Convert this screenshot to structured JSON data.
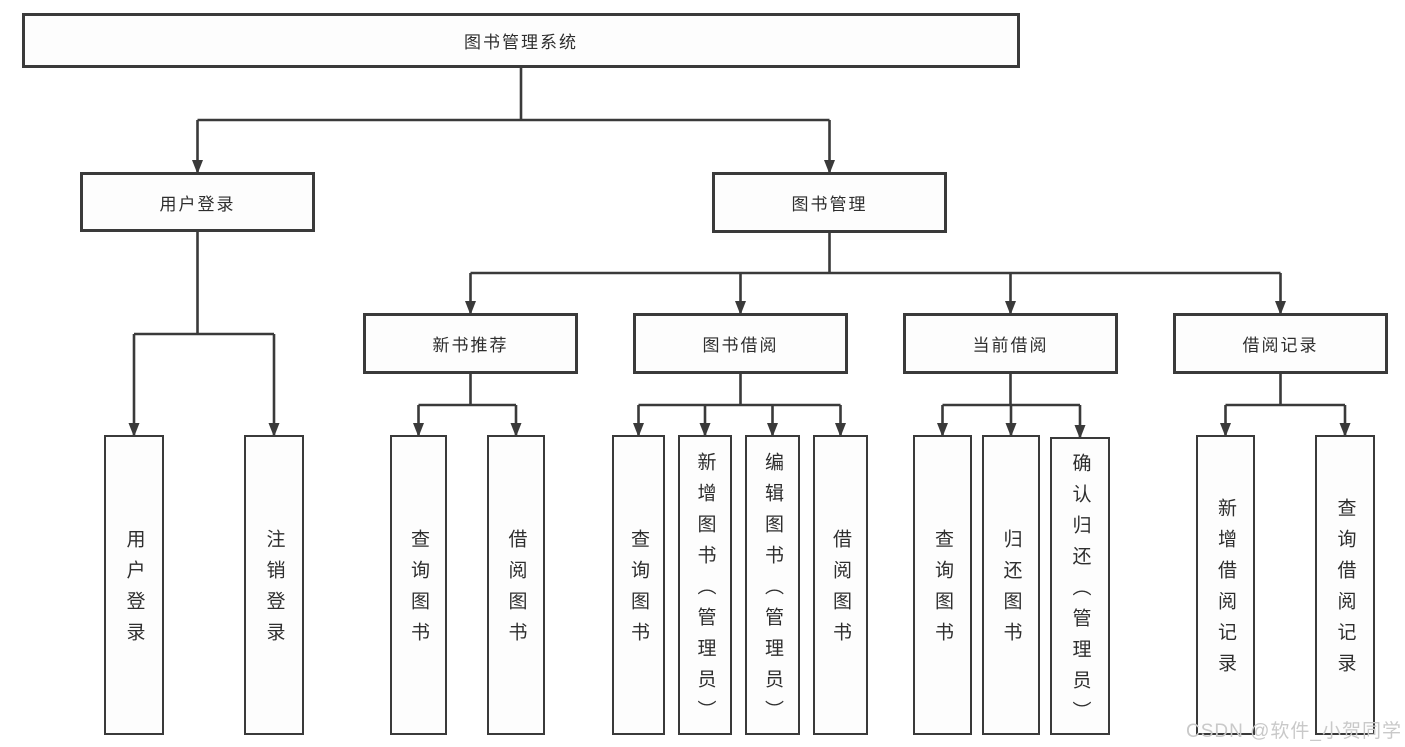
{
  "diagram": {
    "title": "图书管理系统",
    "watermark": "CSDN @软件_小贺同学",
    "colors": {
      "line": "#3a3a3a",
      "box_border": "#3a3a3a",
      "box_background": "#fdfdfd",
      "text": "#2e2e2e",
      "watermark": "#c9c9c9",
      "background": "#ffffff"
    },
    "nodes": {
      "root": "图书管理系统",
      "user_login": "用户登录",
      "book_management": "图书管理",
      "new_book_recommend": "新书推荐",
      "book_borrow": "图书借阅",
      "current_borrow": "当前借阅",
      "borrow_records": "借阅记录",
      "leaf_user_login": "用户登录",
      "leaf_logout": "注销登录",
      "nb_query_books": "查询图书",
      "nb_borrow_books": "借阅图书",
      "bb_query_books": "查询图书",
      "bb_add_books": "新增图书（管理员）",
      "bb_edit_books": "编辑图书（管理员）",
      "bb_borrow_books": "借阅图书",
      "cb_query_books": "查询图书",
      "cb_return_books": "归还图书",
      "cb_confirm_return": "确认归还（管理员）",
      "br_add_record": "新增借阅记录",
      "br_query_record": "查询借阅记录"
    },
    "edges": [
      {
        "from": "root",
        "to": [
          "user_login",
          "book_management"
        ]
      },
      {
        "from": "user_login",
        "to": [
          "leaf_user_login",
          "leaf_logout"
        ]
      },
      {
        "from": "book_management",
        "to": [
          "new_book_recommend",
          "book_borrow",
          "current_borrow",
          "borrow_records"
        ]
      },
      {
        "from": "new_book_recommend",
        "to": [
          "nb_query_books",
          "nb_borrow_books"
        ]
      },
      {
        "from": "book_borrow",
        "to": [
          "bb_query_books",
          "bb_add_books",
          "bb_edit_books",
          "bb_borrow_books"
        ]
      },
      {
        "from": "current_borrow",
        "to": [
          "cb_query_books",
          "cb_return_books",
          "cb_confirm_return"
        ]
      },
      {
        "from": "borrow_records",
        "to": [
          "br_add_record",
          "br_query_record"
        ]
      }
    ]
  }
}
